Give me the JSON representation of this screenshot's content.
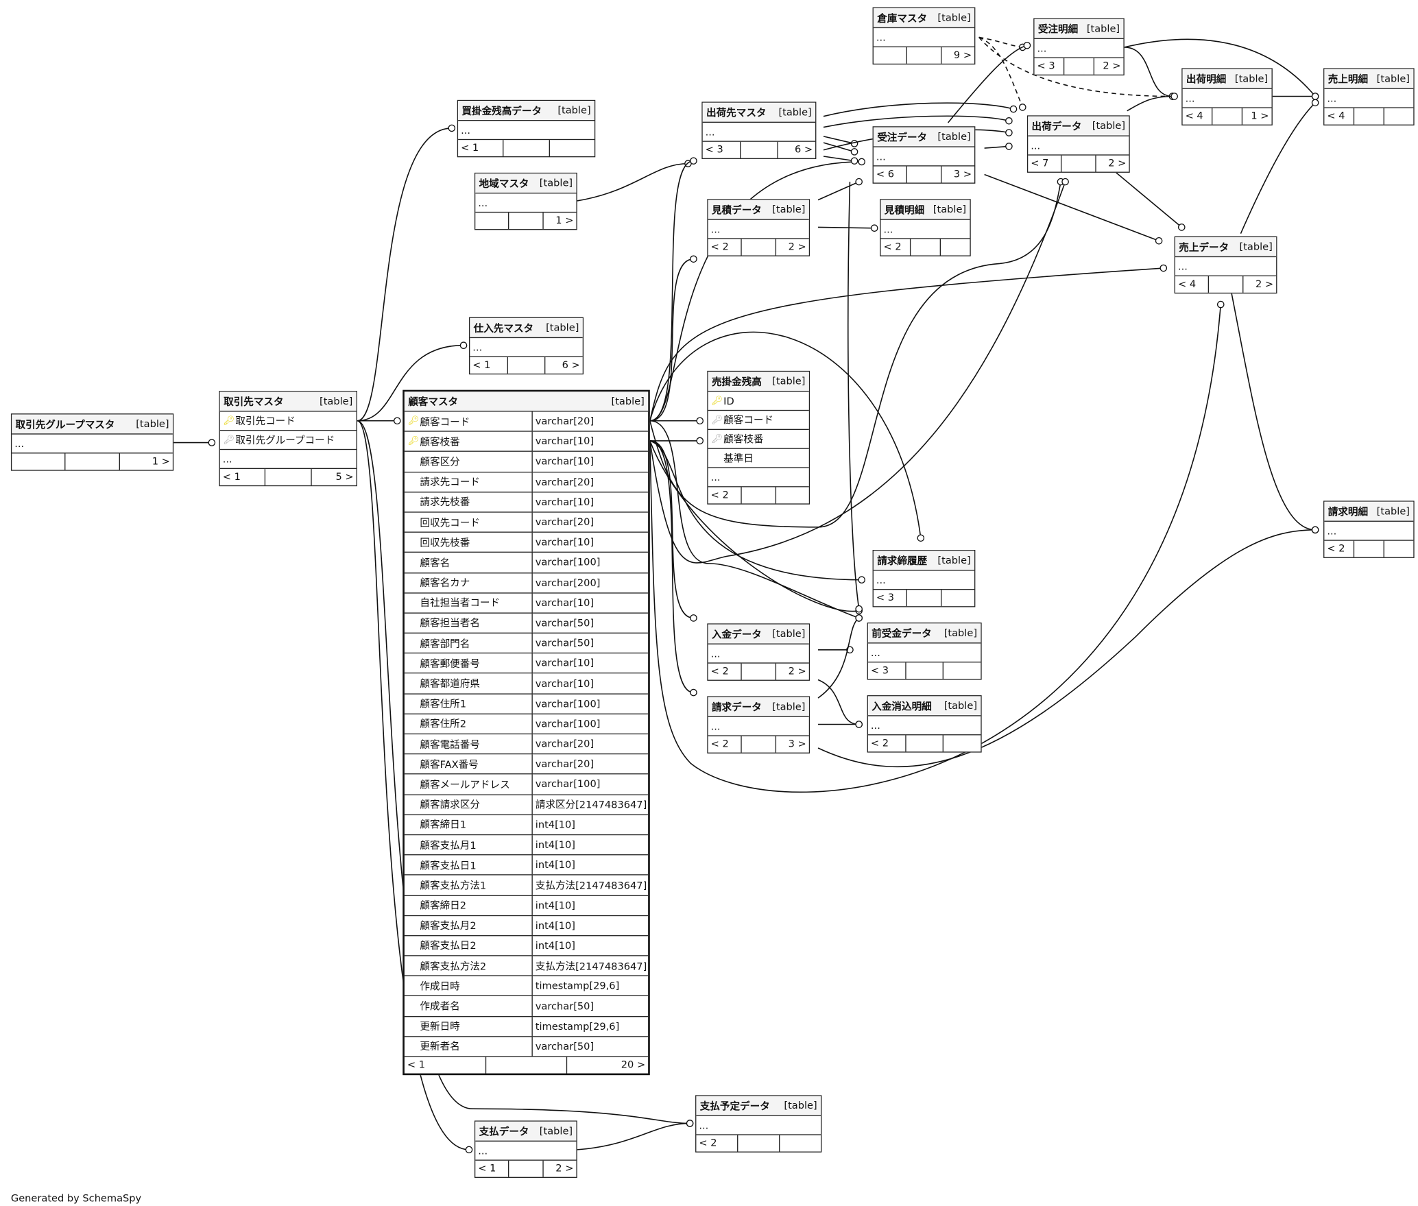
{
  "footer_text": "Generated by SchemaSpy",
  "table_tag": "[table]",
  "tables": [
    {
      "name": "取引先グループマスタ",
      "rows": [
        {
          "name": "..."
        }
      ],
      "footer": [
        "",
        "",
        "1 >"
      ]
    },
    {
      "name": "取引先マスタ",
      "rows": [
        {
          "name": "取引先コード",
          "key": "pk"
        },
        {
          "name": "取引先グループコード",
          "key": "fk"
        },
        {
          "name": "..."
        }
      ],
      "footer": [
        "< 1",
        "",
        "5 >"
      ]
    },
    {
      "name": "買掛金残高データ",
      "rows": [
        {
          "name": "..."
        }
      ],
      "footer": [
        "< 1",
        "",
        ""
      ]
    },
    {
      "name": "地域マスタ",
      "rows": [
        {
          "name": "..."
        }
      ],
      "footer": [
        "",
        "",
        "1 >"
      ]
    },
    {
      "name": "仕入先マスタ",
      "rows": [
        {
          "name": "..."
        }
      ],
      "footer": [
        "< 1",
        "",
        "6 >"
      ]
    },
    {
      "name": "顧客マスタ",
      "main": true,
      "rows": [
        {
          "name": "顧客コード",
          "type": "varchar[20]",
          "key": "pk"
        },
        {
          "name": "顧客枝番",
          "type": "varchar[10]",
          "key": "pk"
        },
        {
          "name": "顧客区分",
          "type": "varchar[10]"
        },
        {
          "name": "請求先コード",
          "type": "varchar[20]"
        },
        {
          "name": "請求先枝番",
          "type": "varchar[10]"
        },
        {
          "name": "回収先コード",
          "type": "varchar[20]"
        },
        {
          "name": "回収先枝番",
          "type": "varchar[10]"
        },
        {
          "name": "顧客名",
          "type": "varchar[100]"
        },
        {
          "name": "顧客名カナ",
          "type": "varchar[200]"
        },
        {
          "name": "自社担当者コード",
          "type": "varchar[10]"
        },
        {
          "name": "顧客担当者名",
          "type": "varchar[50]"
        },
        {
          "name": "顧客部門名",
          "type": "varchar[50]"
        },
        {
          "name": "顧客郵便番号",
          "type": "varchar[10]"
        },
        {
          "name": "顧客都道府県",
          "type": "varchar[10]"
        },
        {
          "name": "顧客住所1",
          "type": "varchar[100]"
        },
        {
          "name": "顧客住所2",
          "type": "varchar[100]"
        },
        {
          "name": "顧客電話番号",
          "type": "varchar[20]"
        },
        {
          "name": "顧客FAX番号",
          "type": "varchar[20]"
        },
        {
          "name": "顧客メールアドレス",
          "type": "varchar[100]"
        },
        {
          "name": "顧客請求区分",
          "type": "請求区分[2147483647]"
        },
        {
          "name": "顧客締日1",
          "type": "int4[10]"
        },
        {
          "name": "顧客支払月1",
          "type": "int4[10]"
        },
        {
          "name": "顧客支払日1",
          "type": "int4[10]"
        },
        {
          "name": "顧客支払方法1",
          "type": "支払方法[2147483647]"
        },
        {
          "name": "顧客締日2",
          "type": "int4[10]"
        },
        {
          "name": "顧客支払月2",
          "type": "int4[10]"
        },
        {
          "name": "顧客支払日2",
          "type": "int4[10]"
        },
        {
          "name": "顧客支払方法2",
          "type": "支払方法[2147483647]"
        },
        {
          "name": "作成日時",
          "type": "timestamp[29,6]"
        },
        {
          "name": "作成者名",
          "type": "varchar[50]"
        },
        {
          "name": "更新日時",
          "type": "timestamp[29,6]"
        },
        {
          "name": "更新者名",
          "type": "varchar[50]"
        }
      ],
      "footer": [
        "< 1",
        "",
        "20 >"
      ]
    },
    {
      "name": "売掛金残高",
      "rows": [
        {
          "name": "ID",
          "key": "pk"
        },
        {
          "name": "顧客コード",
          "key": "fk"
        },
        {
          "name": "顧客枝番",
          "key": "fk"
        },
        {
          "name": "基準日",
          "key": "none"
        },
        {
          "name": "..."
        }
      ],
      "footer": [
        "< 2",
        "",
        ""
      ]
    },
    {
      "name": "出荷先マスタ",
      "rows": [
        {
          "name": "..."
        }
      ],
      "footer": [
        "< 3",
        "",
        "6 >"
      ]
    },
    {
      "name": "見積データ",
      "rows": [
        {
          "name": "..."
        }
      ],
      "footer": [
        "< 2",
        "",
        "2 >"
      ]
    },
    {
      "name": "見積明細",
      "rows": [
        {
          "name": "..."
        }
      ],
      "footer": [
        "< 2",
        "",
        ""
      ]
    },
    {
      "name": "倉庫マスタ",
      "rows": [
        {
          "name": "..."
        }
      ],
      "footer": [
        "",
        "",
        "9 >"
      ]
    },
    {
      "name": "受注データ",
      "rows": [
        {
          "name": "..."
        }
      ],
      "footer": [
        "< 6",
        "",
        "3 >"
      ]
    },
    {
      "name": "受注明細",
      "rows": [
        {
          "name": "..."
        }
      ],
      "footer": [
        "< 3",
        "",
        "2 >"
      ]
    },
    {
      "name": "出荷データ",
      "rows": [
        {
          "name": "..."
        }
      ],
      "footer": [
        "< 7",
        "",
        "2 >"
      ]
    },
    {
      "name": "出荷明細",
      "rows": [
        {
          "name": "..."
        }
      ],
      "footer": [
        "< 4",
        "",
        "1 >"
      ]
    },
    {
      "name": "売上明細",
      "rows": [
        {
          "name": "..."
        }
      ],
      "footer": [
        "< 4",
        "",
        ""
      ]
    },
    {
      "name": "売上データ",
      "rows": [
        {
          "name": "..."
        }
      ],
      "footer": [
        "< 4",
        "",
        "2 >"
      ]
    },
    {
      "name": "請求明細",
      "rows": [
        {
          "name": "..."
        }
      ],
      "footer": [
        "< 2",
        "",
        ""
      ]
    },
    {
      "name": "請求締履歴",
      "rows": [
        {
          "name": "..."
        }
      ],
      "footer": [
        "< 3",
        "",
        ""
      ]
    },
    {
      "name": "入金データ",
      "rows": [
        {
          "name": "..."
        }
      ],
      "footer": [
        "< 2",
        "",
        "2 >"
      ]
    },
    {
      "name": "前受金データ",
      "rows": [
        {
          "name": "..."
        }
      ],
      "footer": [
        "< 3",
        "",
        ""
      ]
    },
    {
      "name": "請求データ",
      "rows": [
        {
          "name": "..."
        }
      ],
      "footer": [
        "< 2",
        "",
        "3 >"
      ]
    },
    {
      "name": "入金消込明細",
      "rows": [
        {
          "name": "..."
        }
      ],
      "footer": [
        "< 2",
        "",
        ""
      ]
    },
    {
      "name": "支払予定データ",
      "rows": [
        {
          "name": "..."
        }
      ],
      "footer": [
        "< 2",
        "",
        ""
      ]
    },
    {
      "name": "支払データ",
      "rows": [
        {
          "name": "..."
        }
      ],
      "footer": [
        "< 1",
        "",
        "2 >"
      ]
    }
  ]
}
